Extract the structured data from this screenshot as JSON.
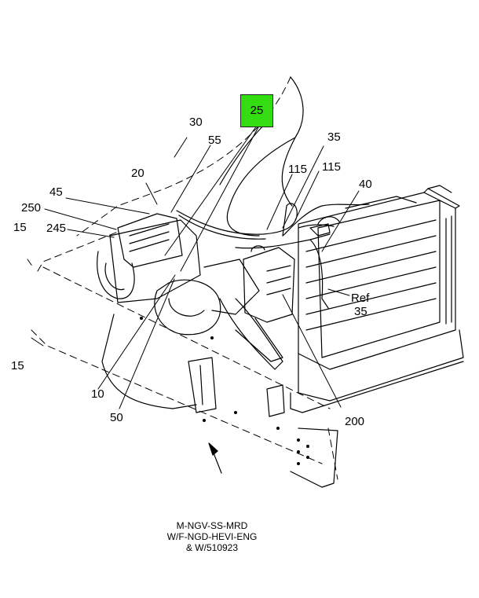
{
  "callouts": {
    "c25": "25",
    "c30": "30",
    "c35_top": "35",
    "c55": "55",
    "c20": "20",
    "c115_a": "115",
    "c115_b": "115",
    "c45": "45",
    "c40": "40",
    "c250": "250",
    "c15_top": "15",
    "c245": "245",
    "ref": "Ref",
    "c35_ref": "35",
    "c15_bottom": "15",
    "c10": "10",
    "c50": "50",
    "c200": "200"
  },
  "caption": {
    "line1": "M-NGV-SS-MRD",
    "line2": "W/F-NGD-HEVI-ENG",
    "line3": "& W/510923"
  },
  "highlight_color": "#33dd11"
}
